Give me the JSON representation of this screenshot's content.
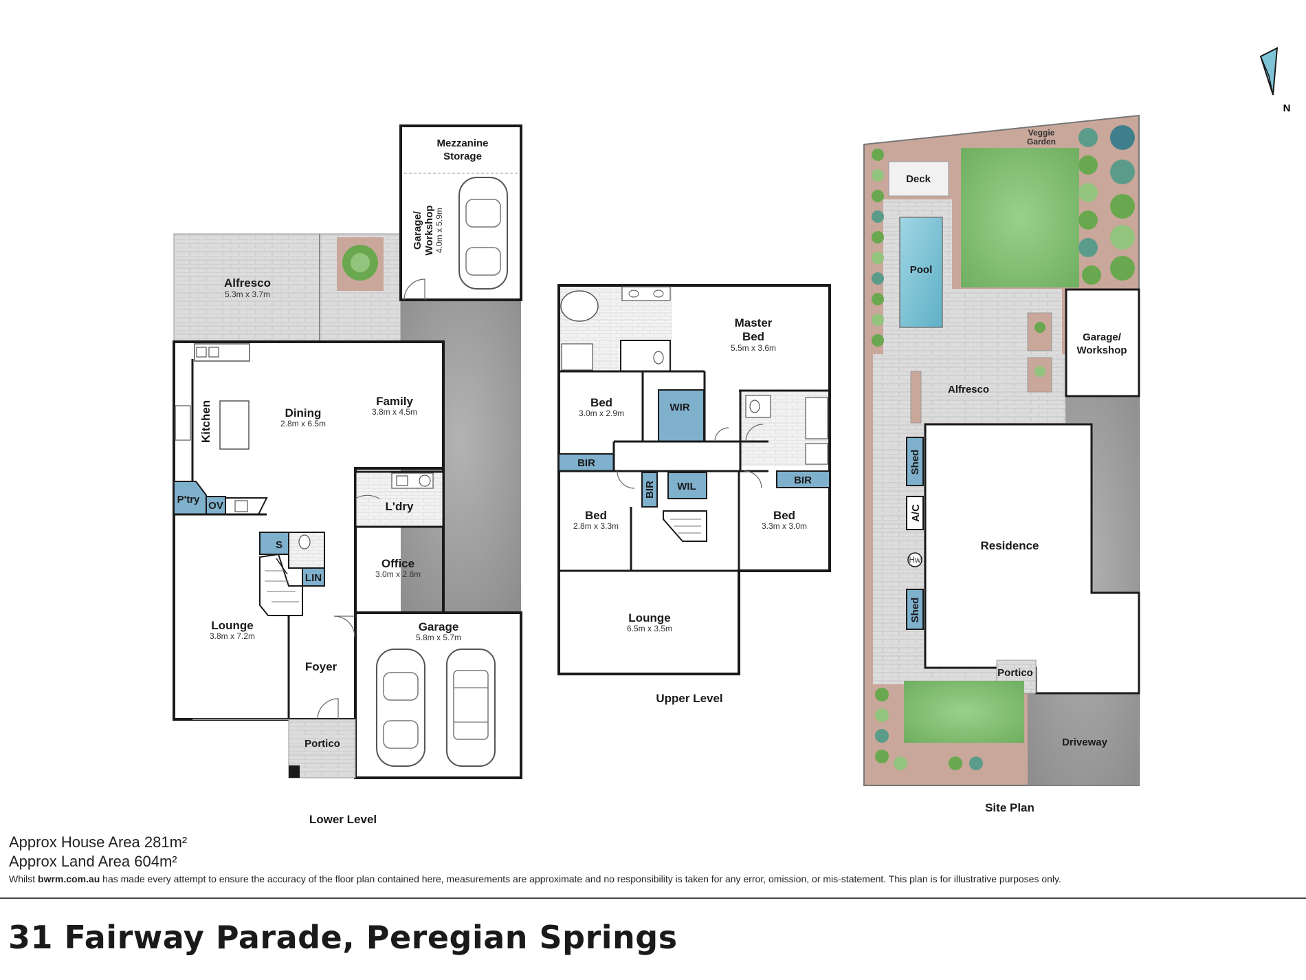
{
  "lower_level": {
    "label": "Lower Level",
    "rooms": {
      "alfresco": {
        "name": "Alfresco",
        "dim": "5.3m x 3.7m"
      },
      "mezzanine": {
        "name1": "Mezzanine",
        "name2": "Storage"
      },
      "garage_workshop": {
        "name1": "Garage/",
        "name2": "Workshop",
        "dim": "4.0m x 5.9m"
      },
      "kitchen": {
        "name": "Kitchen"
      },
      "dining": {
        "name": "Dining",
        "dim": "2.8m x 6.5m"
      },
      "family": {
        "name": "Family",
        "dim": "3.8m x 4.5m"
      },
      "pantry": {
        "name": "P'try"
      },
      "oven": {
        "name": "OV"
      },
      "laundry": {
        "name": "L'dry"
      },
      "storage": {
        "name": "S"
      },
      "linen": {
        "name": "LIN"
      },
      "office": {
        "name": "Office",
        "dim": "3.0m x 2.8m"
      },
      "lounge": {
        "name": "Lounge",
        "dim": "3.8m x 7.2m"
      },
      "foyer": {
        "name": "Foyer"
      },
      "garage": {
        "name": "Garage",
        "dim": "5.8m x 5.7m"
      },
      "portico": {
        "name": "Portico"
      }
    }
  },
  "upper_level": {
    "label": "Upper Level",
    "rooms": {
      "master": {
        "name1": "Master",
        "name2": "Bed",
        "dim": "5.5m x 3.6m"
      },
      "bed1": {
        "name": "Bed",
        "dim": "3.0m x 2.9m"
      },
      "wir": {
        "name": "WIR"
      },
      "bir1": {
        "name": "BIR"
      },
      "bir2": {
        "name": "BIR"
      },
      "bir3": {
        "name": "BIR"
      },
      "wil": {
        "name": "WIL"
      },
      "bed2": {
        "name": "Bed",
        "dim": "2.8m x 3.3m"
      },
      "bed3": {
        "name": "Bed",
        "dim": "3.3m x 3.0m"
      },
      "lounge": {
        "name": "Lounge",
        "dim": "6.5m x 3.5m"
      }
    }
  },
  "site_plan": {
    "label": "Site Plan",
    "items": {
      "veggie": {
        "name1": "Veggie",
        "name2": "Garden"
      },
      "deck": {
        "name": "Deck"
      },
      "pool": {
        "name": "Pool"
      },
      "garage_workshop": {
        "name1": "Garage/",
        "name2": "Workshop"
      },
      "alfresco": {
        "name": "Alfresco"
      },
      "shed1": {
        "name": "Shed"
      },
      "ac": {
        "name": "A/C"
      },
      "hw": {
        "name": "Hw"
      },
      "shed2": {
        "name": "Shed"
      },
      "residence": {
        "name": "Residence"
      },
      "portico": {
        "name": "Portico"
      },
      "driveway": {
        "name": "Driveway"
      }
    }
  },
  "compass": {
    "label": "N"
  },
  "areas": {
    "house": "Approx House Area 281m²",
    "land": "Approx Land Area 604m²"
  },
  "disclaimer": {
    "prefix": "Whilst",
    "site": "bwrm.com.au",
    "rest": "has made every attempt to ensure the accuracy of the floor plan contained here, measurements are approximate and no responsibility is taken for any error, omission, or mis-statement. This plan is for illustrative purposes only."
  },
  "address": "31 Fairway Parade, Peregian Springs",
  "colors": {
    "wall": "#1a1a1a",
    "paving": "#d9d9d9",
    "concrete": "#9c9c9c",
    "blue_room": "#7fb0cc",
    "lawn": "#86c276",
    "pool": "#7fc3d6",
    "garden_bed": "#c9a79a"
  }
}
